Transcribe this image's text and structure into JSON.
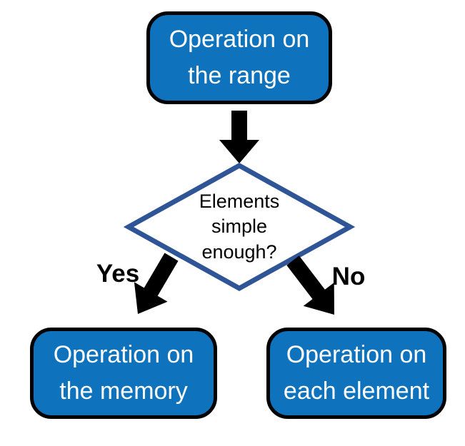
{
  "diagram": {
    "type": "flowchart",
    "colors": {
      "process_fill": "#0E72BD",
      "process_border": "#000000",
      "process_text": "#FFFFFF",
      "decision_fill": "#FFFFFF",
      "decision_border": "#2F5597",
      "decision_text": "#000000",
      "arrow_fill": "#000000",
      "branch_label_color": "#000000",
      "background": "#FFFFFF"
    },
    "nodes": {
      "start": {
        "type": "process",
        "label": "Operation on the range"
      },
      "decision": {
        "type": "decision",
        "label": "Elements simple enough?"
      },
      "yes_target": {
        "type": "process",
        "label": "Operation on the memory"
      },
      "no_target": {
        "type": "process",
        "label": "Operation on each element"
      }
    },
    "edges": {
      "start_to_decision": {
        "from": "start",
        "to": "decision",
        "label": ""
      },
      "yes_branch": {
        "from": "decision",
        "to": "yes_target",
        "label": "Yes"
      },
      "no_branch": {
        "from": "decision",
        "to": "no_target",
        "label": "No"
      }
    }
  }
}
